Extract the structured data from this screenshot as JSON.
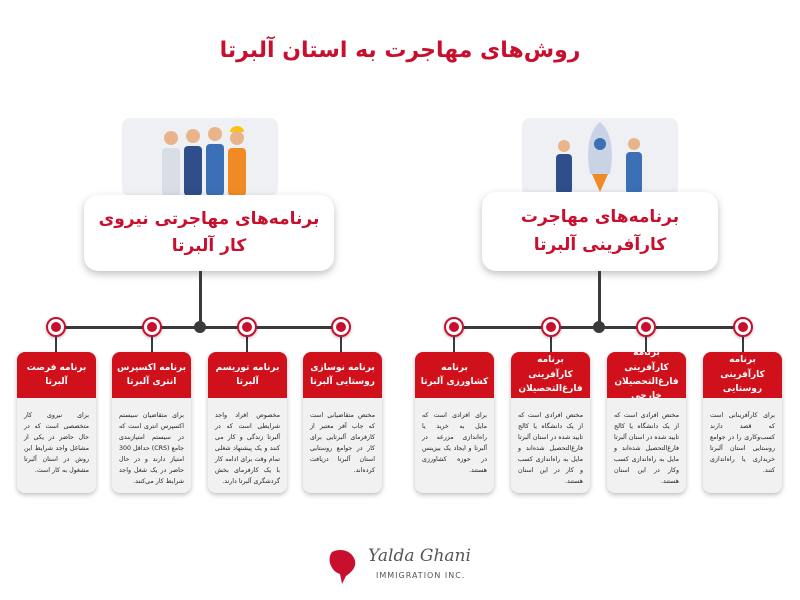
{
  "title": "روش‌های مهاجرت به استان آلبرتا",
  "groups": [
    {
      "title": "برنامه‌های مهاجرتی نیروی کار آلبرتا",
      "image": "workers-illustration",
      "cards": [
        {
          "title": "برنامه فرصت آلبرتا",
          "body": "برای نیروی کار متخصصی است که در حال حاضر در یکی از مشاغل واجد شرایط این روش در استان آلبرتا مشغول به کار است."
        },
        {
          "title": "برنامه اکسپرس انتری آلبرتا",
          "body": "برای متقاضیان سیستم اکسپرس انتری است که در سیستم امتیازبندی جامع (CRS) حداقل 300 امتیاز دارند و در حال حاضر در یک شغل واجد شرایط کار می‌کنند."
        },
        {
          "title": "برنامه توریسم آلبرتا",
          "body": "مخصوص افراد واجد شرایطی است که در آلبرتا زندگی و کار می کنند و یک پیشنهاد شغلی تمام وقت برای ادامه کار با یک کارفرمای بخش گردشگری آلبرتا دارند."
        },
        {
          "title": "برنامه نوسازی روستایی آلبرتا",
          "body": "مختص متقاضیانی است که جاب آفر معتبر از کارفرمای آلبرتایی برای کار در جوامع روستایی استان آلبرتا دریافت کرده‌اند."
        }
      ]
    },
    {
      "title": "برنامه‌های مهاجرت کارآفرینی آلبرتا",
      "image": "startup-rocket-illustration",
      "cards": [
        {
          "title": "برنامه کشاورزی آلبرتا",
          "body": "برای افرادی است که مایل به خرید یا راه‌اندازی مزرعه در آلبرتا و ایجاد یک بیزینس در حوزه کشاورزی هستند."
        },
        {
          "title": "برنامه کارآفرینی فارغ‌التحصیلان",
          "body": "مختص افرادی است که از یک دانشگاه یا کالج تایید شده در استان آلبرتا فارغ‌التحصیل شده‌اند و مایل به راه‌اندازی کسب و کار در این استان هستند."
        },
        {
          "title": "برنامه کارآفرینی فارغ‌التحصیلان خارجی",
          "body": "مختص افرادی است که از یک دانشگاه یا کالج تایید شده در استان آلبرتا فارغ‌التحصیل شده‌اند و مایل به راه‌اندازی کسب وکار در این استان هستند."
        },
        {
          "title": "برنامه کارآفرینی روستایی",
          "body": "برای کارآفرینانی است که قصد دارند کسب‌وکاری را در جوامع روستایی استان آلبرتا خریداری یا راه‌اندازی کنند."
        }
      ]
    }
  ],
  "logo": {
    "name": "Yalda Ghani",
    "sub": "IMMIGRATION INC."
  },
  "colors": {
    "accent": "#c8102e",
    "card_header": "#d0111c"
  }
}
